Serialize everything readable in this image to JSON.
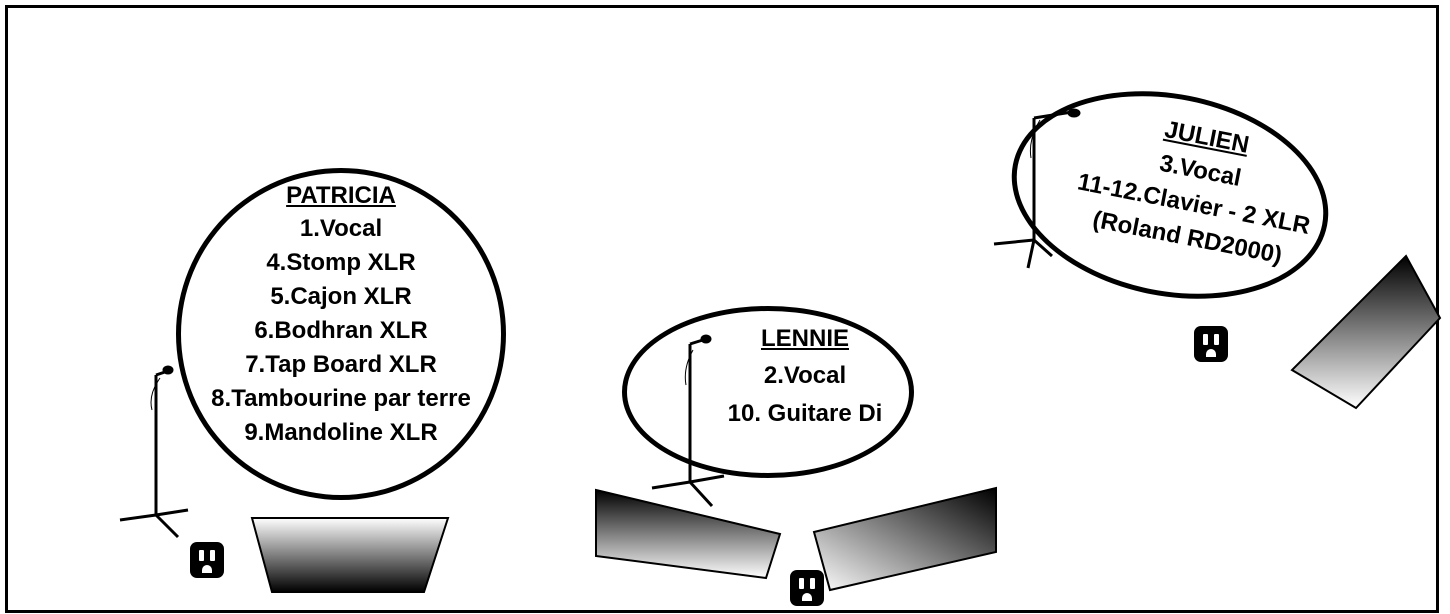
{
  "performers": {
    "patricia": {
      "name": "PATRICIA",
      "lines": [
        "1.Vocal",
        "4.Stomp XLR",
        "5.Cajon XLR",
        "6.Bodhran XLR",
        "7.Tap Board XLR",
        "8.Tambourine par terre",
        "9.Mandoline XLR"
      ]
    },
    "lennie": {
      "name": "LENNIE",
      "lines": [
        "2.Vocal",
        "10. Guitare Di"
      ]
    },
    "julien": {
      "name": "JULIEN",
      "lines": [
        "3.Vocal",
        "11-12.Clavier - 2 XLR",
        "(Roland RD2000)"
      ]
    }
  },
  "icons": [
    "microphone-stand-icon",
    "power-outlet-icon",
    "stage-monitor-wedge-icon"
  ]
}
